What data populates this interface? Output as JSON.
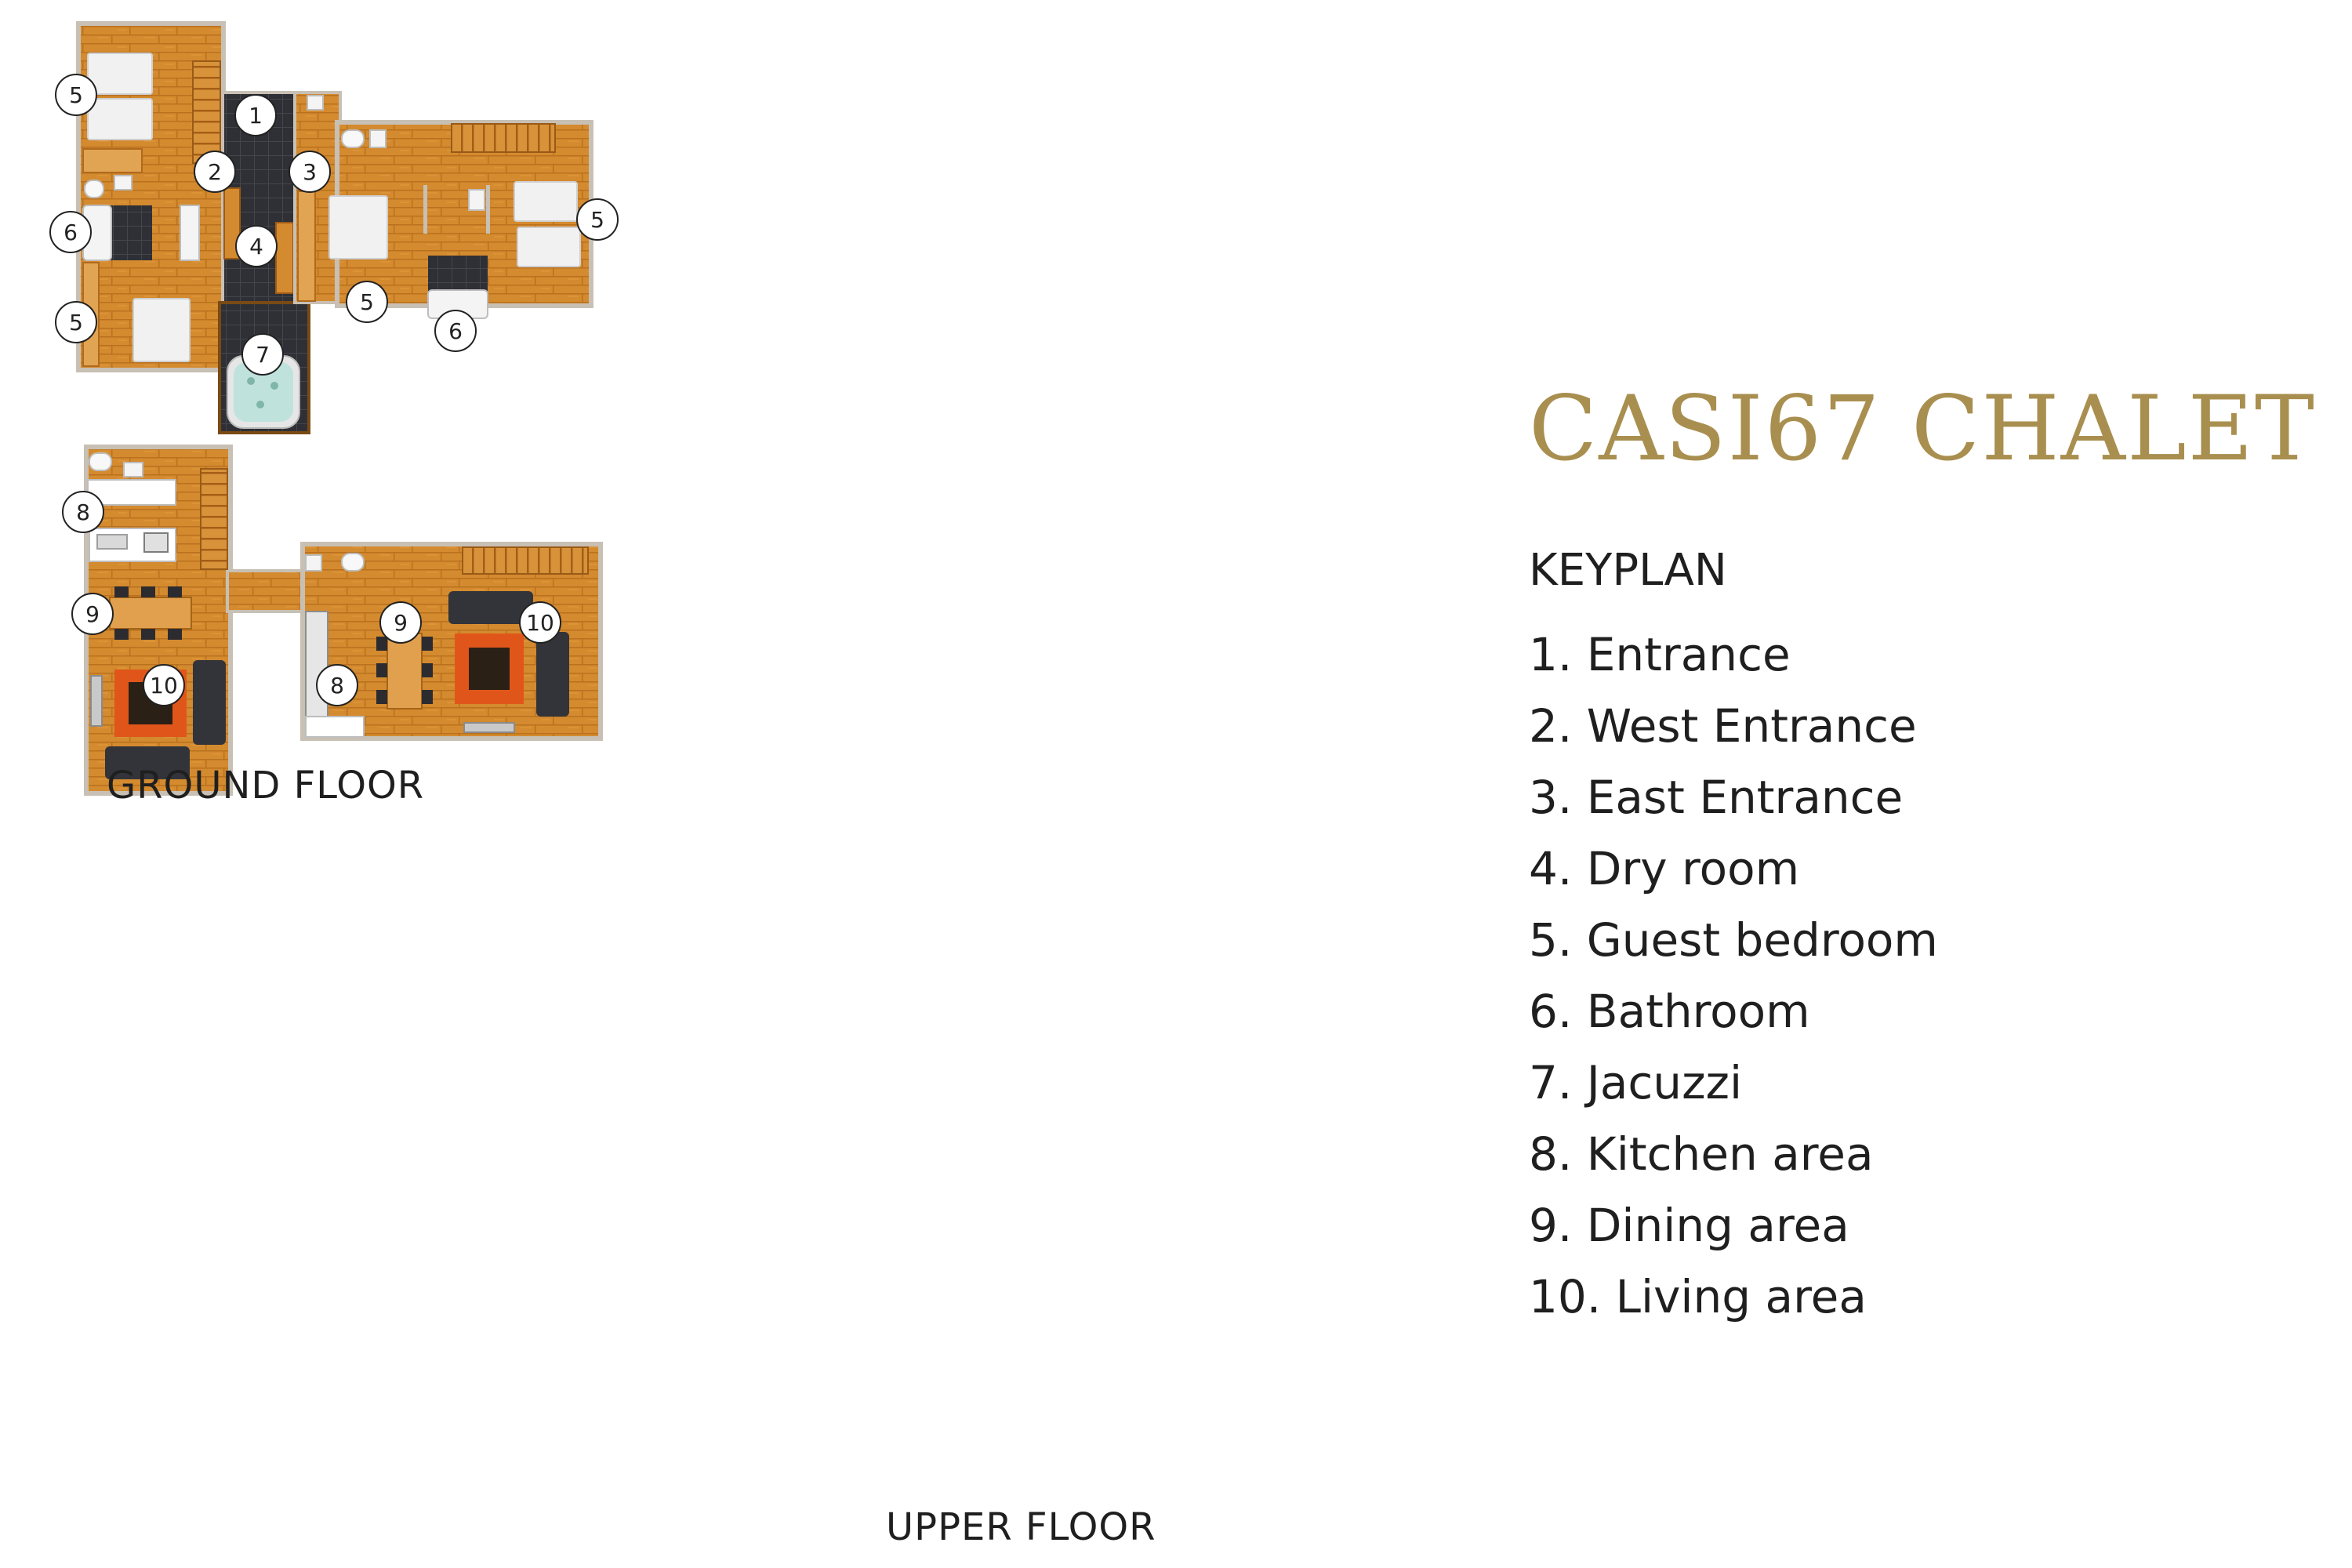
{
  "title": "CASI67 CHALET",
  "keyplan": {
    "heading": "KEYPLAN",
    "items": [
      "1. Entrance",
      "2. West Entrance",
      "3. East Entrance",
      "4. Dry room",
      "5. Guest bedroom",
      "6. Bathroom",
      "7. Jacuzzi",
      "8. Kitchen area",
      "9. Dining area",
      "10. Living area"
    ]
  },
  "floors": {
    "ground": {
      "label": "GROUND FLOOR",
      "markers": [
        "5",
        "1",
        "2",
        "3",
        "6",
        "4",
        "5",
        "5",
        "5",
        "6",
        "7"
      ]
    },
    "upper": {
      "label": "UPPER FLOOR",
      "markers": [
        "8",
        "9",
        "10",
        "9",
        "10",
        "8"
      ]
    }
  },
  "colors": {
    "wood": "#d48a2e",
    "wood_dark": "#b06a1c",
    "tile": "#2f3036",
    "wall": "#c8c0b4",
    "accent_gold": "#a98f4f",
    "rug_orange": "#e0561a",
    "rug_center": "#2b2016",
    "sofa": "#33343a",
    "jacuzzi_water": "#bfe3dc"
  },
  "icons": [
    "bed-icon",
    "toilet-icon",
    "sink-icon",
    "bathtub-icon",
    "stairs-icon",
    "jacuzzi-icon",
    "sofa-icon",
    "rug-icon",
    "dining-table-icon",
    "chair-icon",
    "stove-icon",
    "tv-icon",
    "fireplace-icon"
  ]
}
